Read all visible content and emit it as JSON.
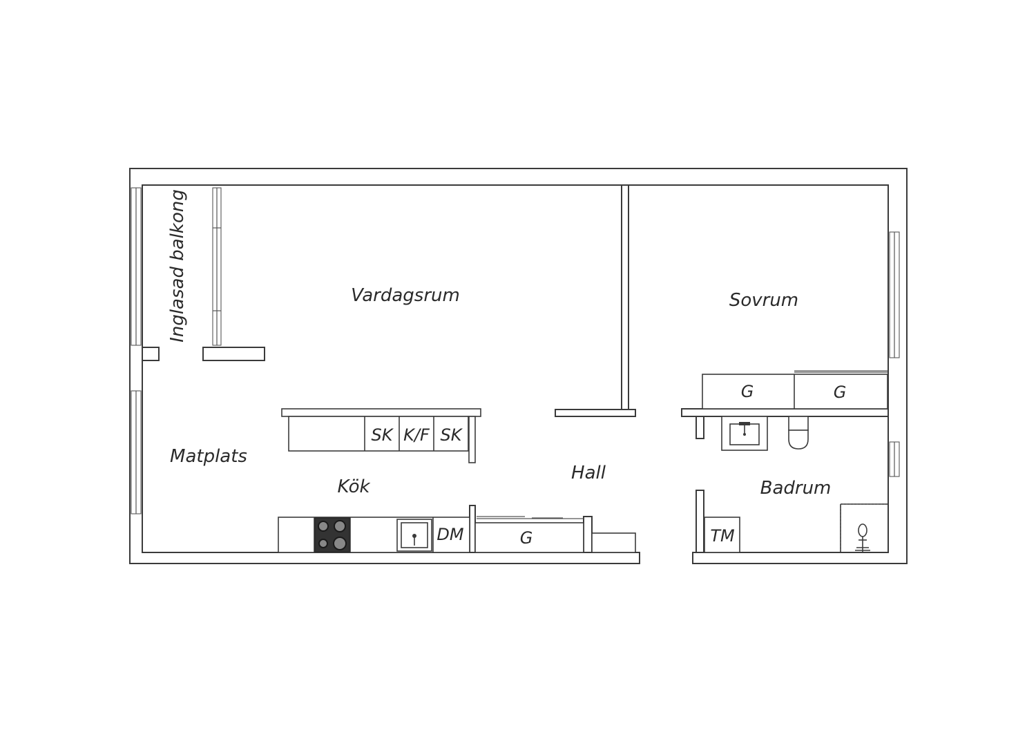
{
  "rooms": {
    "balcony": "Inglasad balkong",
    "living": "Vardagsrum",
    "bedroom": "Sovrum",
    "dining": "Matplats",
    "kitchen": "Kök",
    "hall": "Hall",
    "bathroom": "Badrum"
  },
  "fixtures": {
    "wardrobe_bedroom_1": "G",
    "wardrobe_bedroom_2": "G",
    "wardrobe_hall": "G",
    "cabinet_1": "SK",
    "fridge_freezer": "K/F",
    "cabinet_2": "SK",
    "dishwasher": "DM",
    "washing_machine": "TM"
  },
  "colors": {
    "line": "#3a3a3a",
    "stove": "#333333"
  }
}
